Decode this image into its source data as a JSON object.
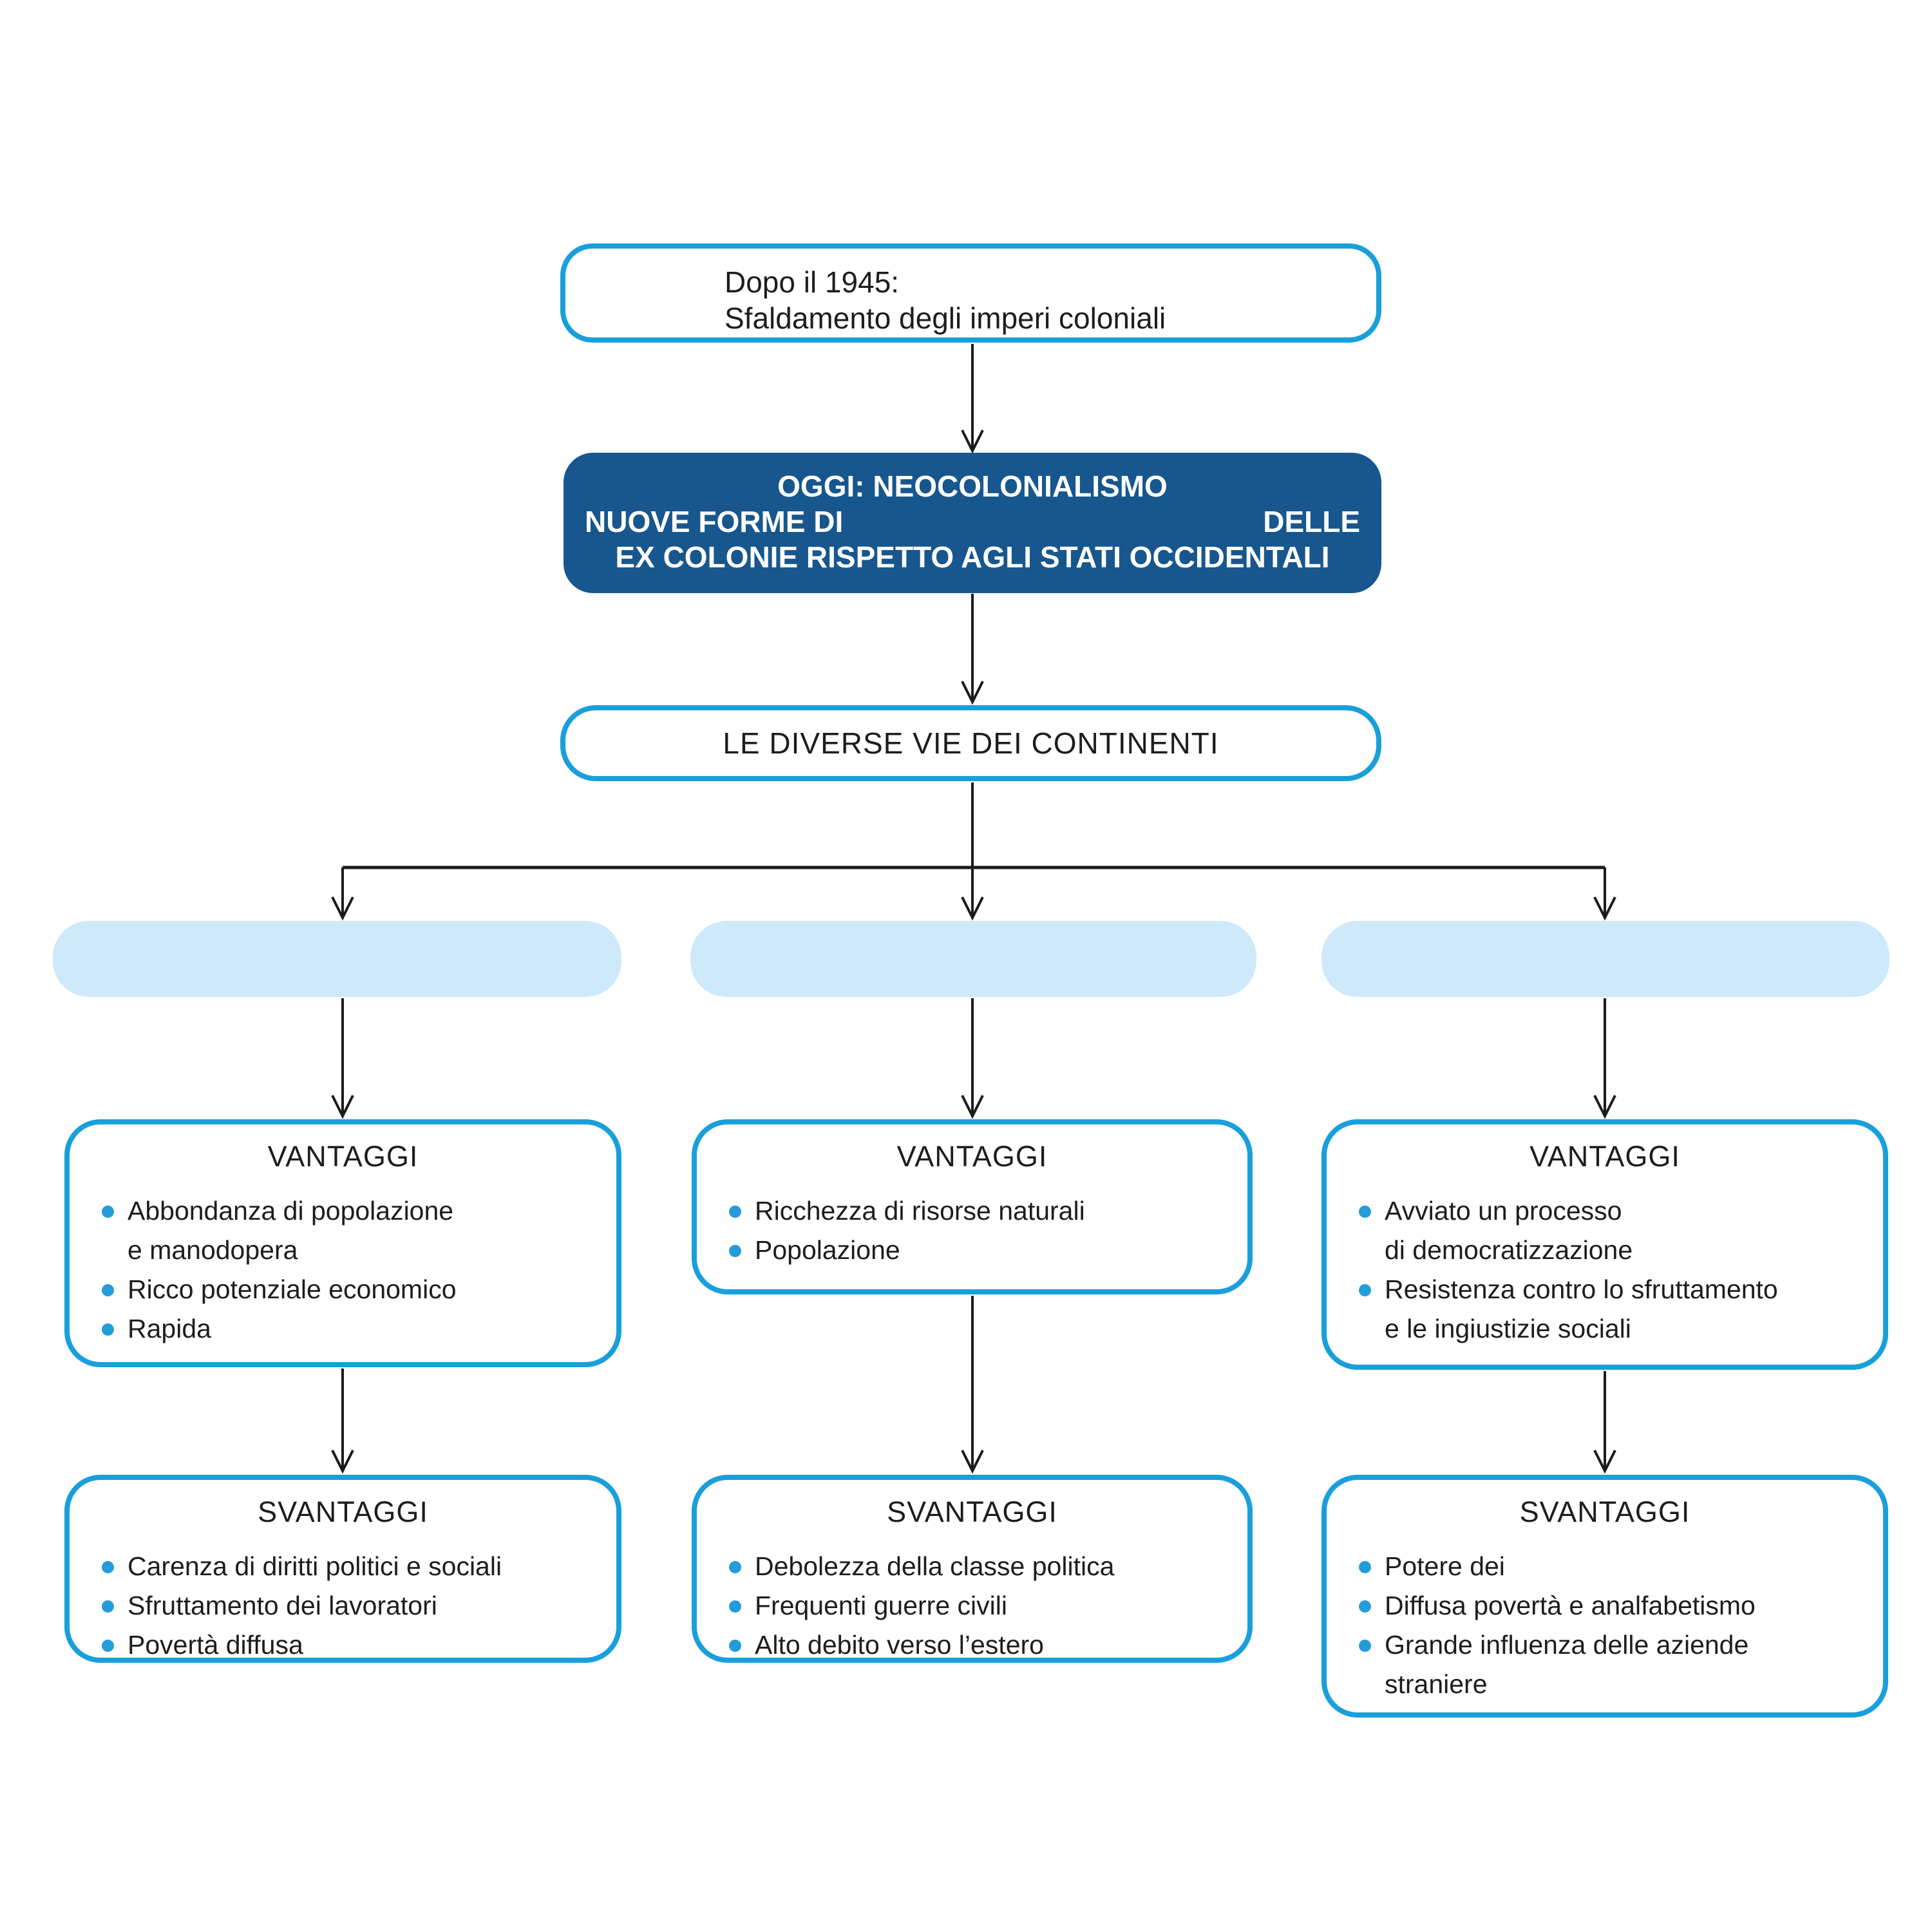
{
  "colors": {
    "outline": "#199FDB",
    "dark_box_bg": "#17578D",
    "pill_bg": "#CDE9FA",
    "bullet": "#249CD9",
    "arrow": "#1b1b1b"
  },
  "flow": {
    "after1945": {
      "line1": "Dopo il 1945:",
      "line2": "Sfaldamento degli imperi coloniali"
    },
    "neocolonialismo": {
      "line1": "OGGI: NEOCOLONIALISMO",
      "line2_left": "NUOVE FORME DI",
      "line2_right": "DELLE",
      "line3": "EX COLONIE RISPETTO AGLI STATI OCCIDENTALI"
    },
    "continenti": {
      "label": "LE DIVERSE VIE DEI CONTINENTI"
    }
  },
  "columns": [
    {
      "pill_label": "",
      "vantaggi": {
        "title": "VANTAGGI",
        "items": [
          "Abbondanza di popolazione\ne manodopera",
          "Ricco potenziale economico",
          "Rapida"
        ]
      },
      "svantaggi": {
        "title": "SVANTAGGI",
        "items": [
          "Carenza di diritti politici e sociali",
          "Sfruttamento dei lavoratori",
          "Povertà diffusa"
        ]
      }
    },
    {
      "pill_label": "",
      "vantaggi": {
        "title": "VANTAGGI",
        "items": [
          "Ricchezza di risorse naturali",
          "Popolazione"
        ]
      },
      "svantaggi": {
        "title": "SVANTAGGI",
        "items": [
          "Debolezza della classe politica",
          "Frequenti guerre civili",
          "Alto debito verso l’estero"
        ]
      }
    },
    {
      "pill_label": "",
      "vantaggi": {
        "title": "VANTAGGI",
        "items": [
          "Avviato un processo\ndi democratizzazione",
          "Resistenza contro lo sfruttamento\ne le ingiustizie sociali"
        ]
      },
      "svantaggi": {
        "title": "SVANTAGGI",
        "items": [
          "Potere dei",
          "Diffusa povertà e analfabetismo",
          "Grande influenza delle aziende\nstraniere"
        ]
      }
    }
  ]
}
